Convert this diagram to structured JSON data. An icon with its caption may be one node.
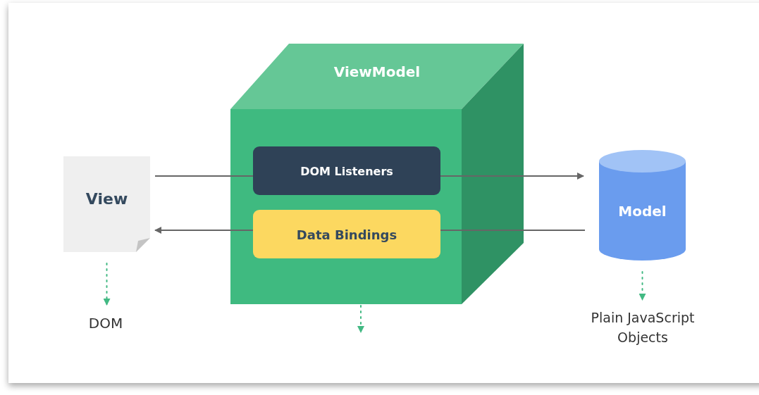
{
  "diagram": {
    "nodes": [
      {
        "text": [
          "ViewModel"
        ]
      },
      {
        "text": [
          "DOM Listeners"
        ],
        "in": 0
      },
      {
        "text": [
          "Data Bindings"
        ],
        "in": 0
      },
      {
        "text": [
          "View"
        ]
      },
      {
        "text": [
          "Model"
        ]
      },
      {
        "text": [
          "DOM"
        ]
      },
      {
        "text": [
          "Plain JavaScript Objects"
        ]
      }
    ],
    "edges": [
      {
        "from": 3,
        "to": 1,
        "arrow": "none"
      },
      {
        "from": 1,
        "to": 4,
        "arrow": "to"
      },
      {
        "from": 4,
        "to": 2,
        "arrow": "none"
      },
      {
        "from": 2,
        "to": 3,
        "arrow": "to"
      },
      {
        "from": 3,
        "to": 5,
        "arrow": "to",
        "style": "dashed",
        "color": "#42b983"
      },
      {
        "from": 0,
        "to": null,
        "arrow": "to",
        "style": "dashed",
        "color": "#42b983"
      },
      {
        "from": 4,
        "to": 6,
        "arrow": "to",
        "style": "dashed",
        "color": "#42b983"
      }
    ]
  }
}
